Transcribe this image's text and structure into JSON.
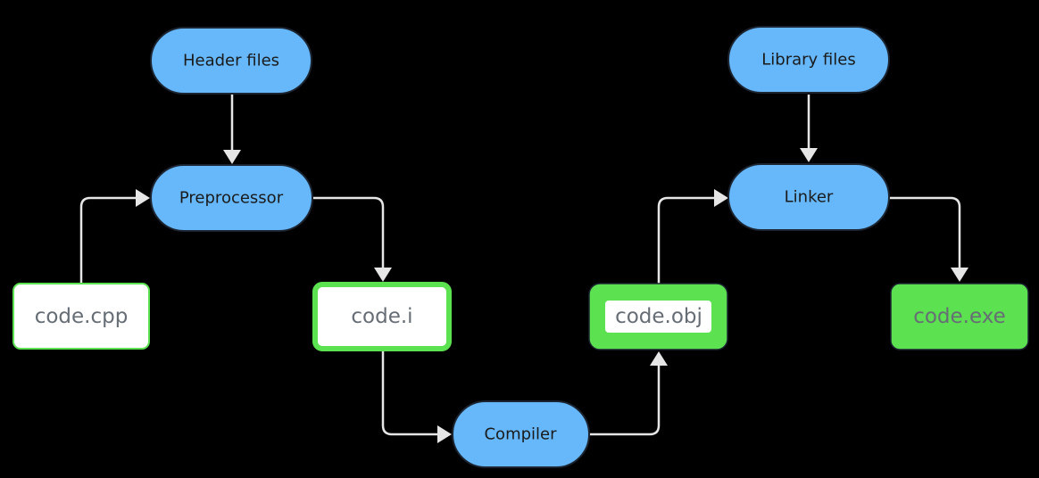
{
  "nodes": {
    "header_files": "Header files",
    "library_files": "Library files",
    "preprocessor": "Preprocessor",
    "linker": "Linker",
    "compiler": "Compiler",
    "code_cpp": "code.cpp",
    "code_i": "code.i",
    "code_obj": "code.obj",
    "code_exe": "code.exe"
  },
  "colors": {
    "background": "#000000",
    "process_fill": "#66b8fb",
    "file_border": "#5ce150",
    "file_fill": "#ffffff",
    "output_fill": "#5ce150",
    "connector": "#e6e6e6"
  }
}
